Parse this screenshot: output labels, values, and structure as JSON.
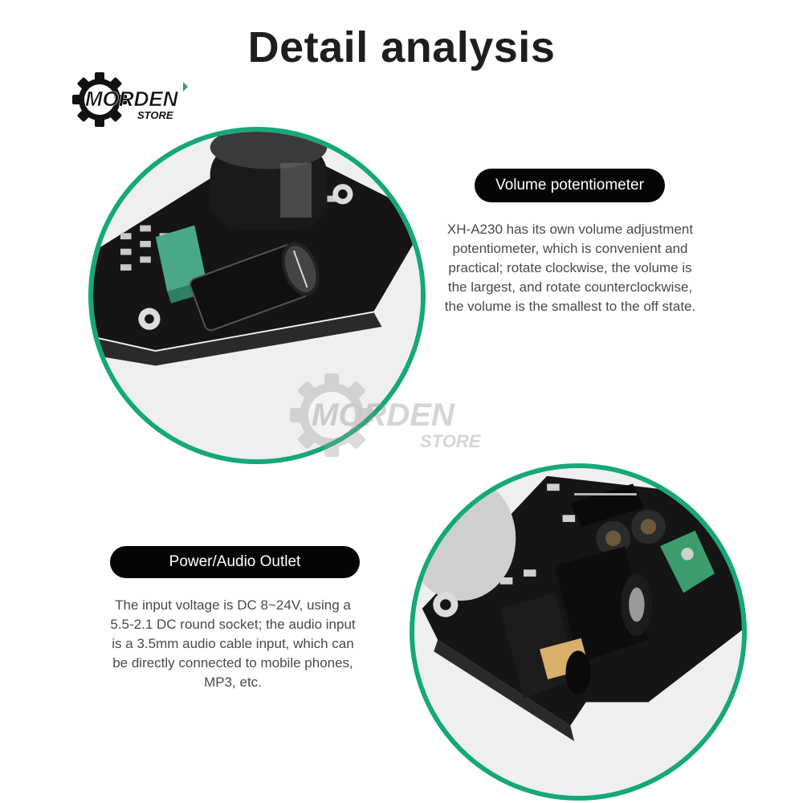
{
  "title": "Detail analysis",
  "brand": {
    "logo_top": "MORDEN",
    "logo_bottom": "STORE"
  },
  "sections": {
    "volume": {
      "heading": "Volume potentiometer",
      "description": "XH-A230 has its own volume adjustment\npotentiometer, which is convenient and\npractical; rotate clockwise, the volume is\nthe largest, and rotate counterclockwise,\nthe volume is the smallest to the off state."
    },
    "power": {
      "heading": "Power/Audio Outlet",
      "description": "The input voltage is DC 8~24V, using a\n5.5-2.1 DC round socket; the audio input\nis a 3.5mm audio cable input, which can\nbe directly connected to mobile phones,\nMP3, etc."
    }
  },
  "colors": {
    "accent_green": "#15a87a",
    "pill_black": "#050505",
    "board_black": "#121212"
  },
  "icons": {
    "logo": "gear-logo-icon",
    "watermark": "gear-watermark-icon"
  }
}
